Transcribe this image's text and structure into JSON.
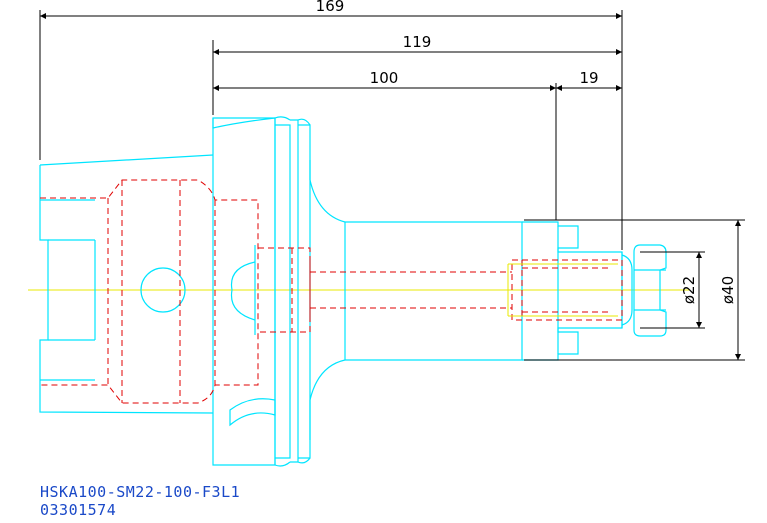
{
  "drawing": {
    "dimensions": {
      "overall_length": "169",
      "gauge_length": "119",
      "body_length": "100",
      "nose_length": "19",
      "bore_diameter": "ø22",
      "nose_diameter": "ø40"
    },
    "title_block": {
      "part_code": "HSKA100-SM22-100-F3L1",
      "part_number": "03301574"
    },
    "colors": {
      "outline": "#00e5ff",
      "hidden_lines": "#e00000",
      "center_line": "#e8e800",
      "dimension": "#000000",
      "title_text": "#1a49c8",
      "background": "#ffffff"
    }
  }
}
